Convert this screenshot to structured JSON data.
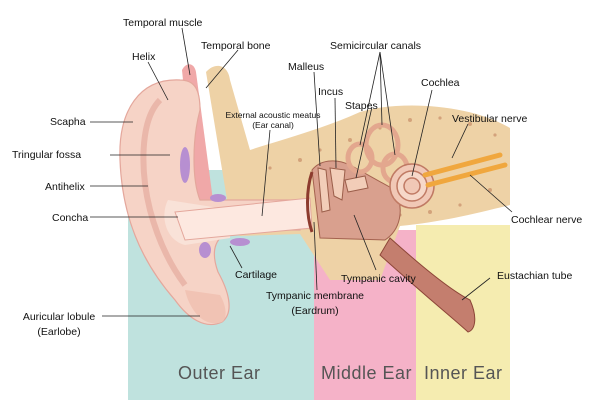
{
  "colors": {
    "outer": "#bfe2de",
    "middle": "#f5b2c8",
    "inner": "#f5ecb0",
    "skin": "#f6d3c6",
    "bone": "#eed2a6",
    "nerve": "#f0a73e",
    "cartilage": "#b78fd1"
  },
  "regions": {
    "outer": "Outer Ear",
    "middle": "Middle Ear",
    "inner": "Inner Ear"
  },
  "labels": {
    "temporal_muscle": "Temporal muscle",
    "helix": "Helix",
    "temporal_bone": "Temporal bone",
    "malleus": "Malleus",
    "semicircular_canals": "Semicircular canals",
    "scapha": "Scapha",
    "incus": "Incus",
    "ext_meatus_1": "External acoustic meatus",
    "ext_meatus_2": "(Ear canal)",
    "stapes": "Stapes",
    "cochlea": "Cochlea",
    "tringular_fossa": "Tringular fossa",
    "vestibular_nerve": "Vestibular nerve",
    "antihelix": "Antihelix",
    "concha": "Concha",
    "cochlear_nerve": "Cochlear nerve",
    "cartilage": "Cartilage",
    "tympanic_cavity": "Tympanic cavity",
    "eustachian_tube": "Eustachian tube",
    "tympanic_membrane_1": "Tympanic membrane",
    "tympanic_membrane_2": "(Eardrum)",
    "auricular_lobule_1": "Auricular lobule",
    "auricular_lobule_2": "(Earlobe)"
  }
}
